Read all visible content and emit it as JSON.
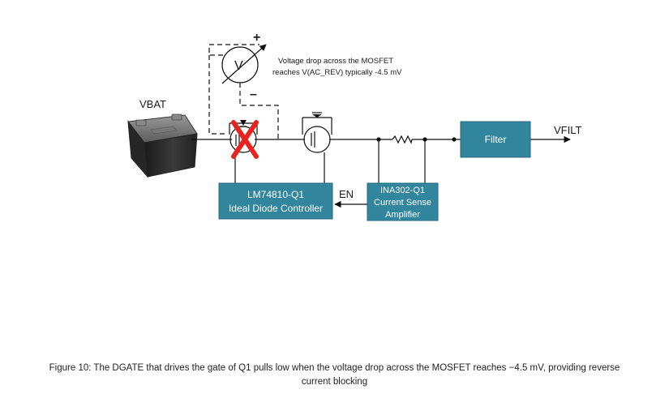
{
  "labels": {
    "vbat": "VBAT",
    "vfilt": "VFILT",
    "voltmeter": "V",
    "plus": "+",
    "minus": "–",
    "annotation_line1": "Voltage drop across the MOSFET",
    "annotation_line2": "reaches  V(AC_REV) typically -4.5 mV",
    "en": "EN"
  },
  "blocks": {
    "controller_line1": "LM74810-Q1",
    "controller_line2": "Ideal Diode Controller",
    "amp_line1": "INA302-Q1",
    "amp_line2": "Current Sense",
    "amp_line3": "Amplifier",
    "filter": "Filter"
  },
  "caption": "Figure 10: The DGATE that drives the gate of Q1 pulls low when the voltage drop across the MOSFET reaches −4.5 mV, providing reverse current blocking",
  "colors": {
    "block_fill": "#31859c",
    "block_stroke": "#256a7c",
    "cross": "#e8231f"
  }
}
